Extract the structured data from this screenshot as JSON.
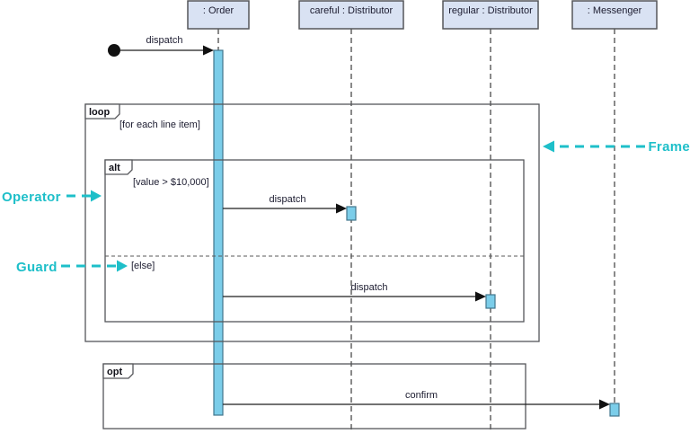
{
  "colors": {
    "annotation": "#1EBFC9",
    "head_fill": "#D9E2F3",
    "activation_fill": "#7BCDE9"
  },
  "lifelines": [
    {
      "label": ": Order"
    },
    {
      "label": "careful : Distributor"
    },
    {
      "label": "regular : Distributor"
    },
    {
      "label": ": Messenger"
    }
  ],
  "messages": [
    {
      "label": "dispatch"
    },
    {
      "label": "dispatch"
    },
    {
      "label": "dispatch"
    },
    {
      "label": "confirm"
    }
  ],
  "frames": {
    "loop": {
      "operator": "loop",
      "guard": "[for each line item]"
    },
    "alt": {
      "operator": "alt",
      "guards": [
        "[value > $10,000]",
        "[else]"
      ]
    },
    "opt": {
      "operator": "opt"
    }
  },
  "annotations": {
    "frame": {
      "label": "Frame"
    },
    "operator": {
      "label": "Operator"
    },
    "guard": {
      "label": "Guard"
    }
  }
}
